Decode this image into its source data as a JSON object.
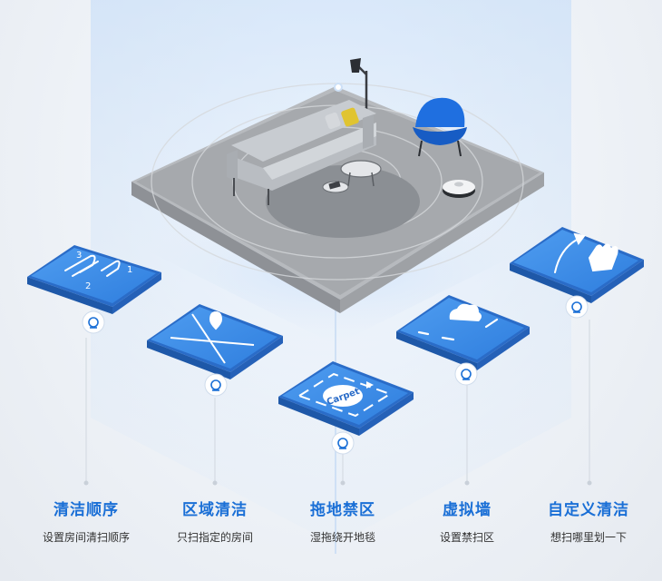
{
  "colors": {
    "accent": "#1a6fd6",
    "tile": "#3a8be6",
    "floor": "#a6a9ad",
    "rug": "#8b8f94",
    "chair": "#1f6fe0",
    "sofa": "#c8ccd1"
  },
  "tiles": [
    {
      "icon": "cleaning-order-icon"
    },
    {
      "icon": "area-location-icon"
    },
    {
      "icon": "carpet-zone-icon",
      "label": "Carpet"
    },
    {
      "icon": "cloud-wall-icon"
    },
    {
      "icon": "swipe-hand-icon"
    }
  ],
  "features": [
    {
      "title": "清洁顺序",
      "desc": "设置房间清扫顺序"
    },
    {
      "title": "区域清洁",
      "desc": "只扫指定的房间"
    },
    {
      "title": "拖地禁区",
      "desc": "湿拖绕开地毯"
    },
    {
      "title": "虚拟墙",
      "desc": "设置禁扫区"
    },
    {
      "title": "自定义清洁",
      "desc": "想扫哪里划一下"
    }
  ]
}
